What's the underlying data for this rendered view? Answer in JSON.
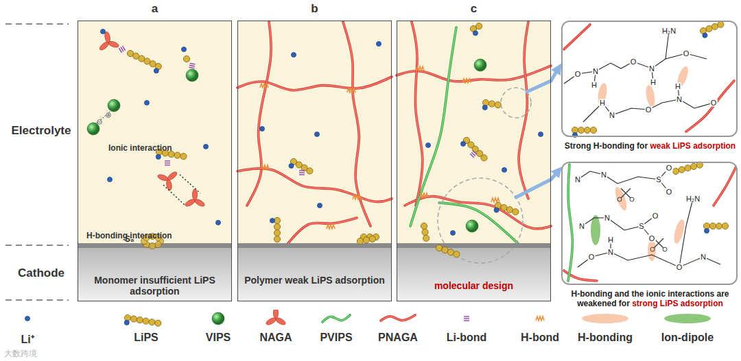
{
  "diagram": {
    "nodes": [
      {
        "text": [
          "a",
          "Ionic interaction",
          "H-bonding interaction",
          "S₈",
          "Monomer insufficient LiPS adsorption"
        ]
      },
      {
        "text": [
          "b",
          "Polymer weak LiPS adsorption"
        ]
      },
      {
        "text": [
          "c",
          "molecular design"
        ]
      },
      {
        "text": [
          "Strong H-bonding for",
          "weak LiPS adsorption"
        ]
      },
      {
        "text": [
          "H-bonding and the ionic interactions are weakened for",
          "strong LiPS adsorption"
        ]
      }
    ],
    "edges": [
      {
        "from": 2,
        "to": 3,
        "arrow": "to"
      },
      {
        "from": 2,
        "to": 4,
        "arrow": "to"
      }
    ],
    "labels": [
      "Electrolyte",
      "Cathode",
      "大数跨境",
      "O",
      "N",
      "H",
      "H₂N",
      "O",
      "N",
      "H",
      "O",
      "H",
      "N",
      "O",
      "N",
      "H",
      "O",
      "N",
      "N",
      "S",
      "O",
      "O",
      "N",
      "N",
      "S",
      "O",
      "O",
      "H₂N",
      "O",
      "N",
      "H",
      "O",
      "N"
    ],
    "legend": [
      {
        "text": "Li⁺"
      },
      {
        "text": "LiPS"
      },
      {
        "text": "VIPS"
      },
      {
        "text": "NAGA"
      },
      {
        "text": "PVIPS"
      },
      {
        "text": "PNAGA"
      },
      {
        "text": "Li-bond"
      },
      {
        "text": "H-bond"
      },
      {
        "text": "H-bonding",
        "color": "#f8c9ad"
      },
      {
        "text": "Ion-dipole",
        "color": "#8cc77a"
      }
    ]
  }
}
